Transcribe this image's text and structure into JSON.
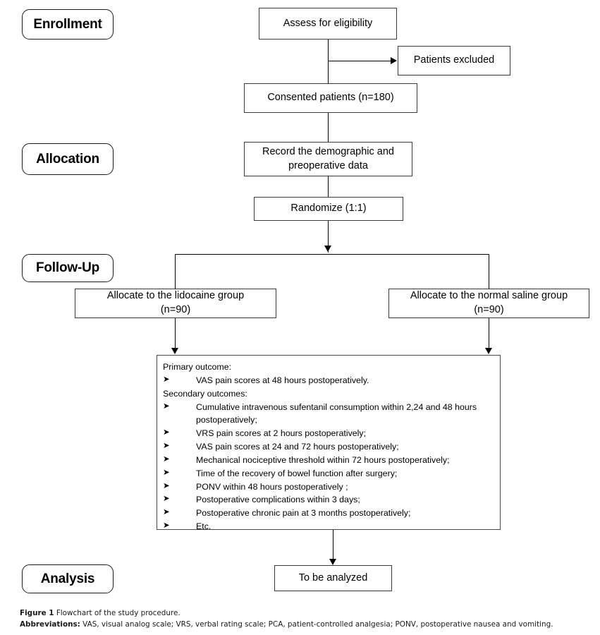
{
  "figure": {
    "stages": [
      {
        "id": "enrollment",
        "label": "Enrollment"
      },
      {
        "id": "allocation",
        "label": "Allocation"
      },
      {
        "id": "followup",
        "label": "Follow-Up"
      },
      {
        "id": "analysis",
        "label": "Analysis"
      }
    ],
    "nodes": {
      "assess": {
        "label": "Assess for eligibility"
      },
      "excluded": {
        "label": "Patients excluded"
      },
      "consented": {
        "label": "Consented patients (n=180)"
      },
      "record": {
        "label": "Record the demographic and\npreoperative data"
      },
      "randomize": {
        "label": "Randomize (1:1)"
      },
      "lidocaine": {
        "label": "Allocate to the lidocaine group\n(n=90)"
      },
      "saline": {
        "label": "Allocate to the  normal saline group\n(n=90)"
      },
      "analyzed": {
        "label": "To be analyzed"
      }
    },
    "outcomes": {
      "primary_heading": "Primary outcome:",
      "primary_items": [
        "VAS pain scores at 48 hours postoperatively."
      ],
      "secondary_heading": "Secondary outcomes:",
      "secondary_items": [
        "Cumulative intravenous sufentanil consumption within 2,24 and 48 hours postoperatively;",
        "VRS pain scores at 2 hours postoperatively;",
        "VAS pain scores at 24 and 72 hours postoperatively;",
        "Mechanical nociceptive threshold  within 72 hours postoperatively;",
        "Time of the recovery of bowel function after surgery;",
        "PONV within 48 hours postoperatively ;",
        "Postoperative complications within 3 days;",
        "Postoperative chronic pain at 3 months postoperatively;",
        "Etc."
      ],
      "bullet_glyph": "➤"
    },
    "caption": {
      "figure_label": "Figure 1",
      "figure_text": " Flowchart of the study procedure.",
      "abbrev_label": "Abbreviations:",
      "abbrev_text": " VAS, visual analog scale; VRS, verbal rating scale; PCA, patient-controlled analgesia; PONV, postoperative nausea and vomiting."
    },
    "colors": {
      "line": "#000000",
      "box_border": "#3a3a3a",
      "background": "#ffffff",
      "text": "#000000"
    }
  }
}
